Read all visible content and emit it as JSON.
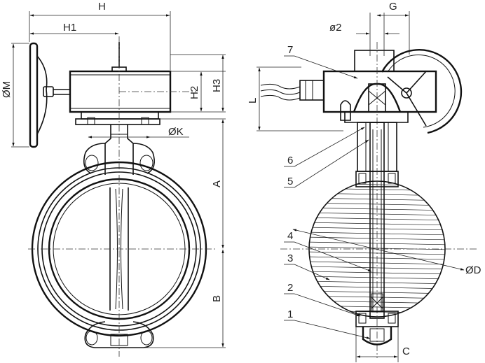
{
  "dimensions": {
    "H": "H",
    "H1": "H1",
    "H2": "H2",
    "H3": "H3",
    "M": "ØM",
    "K": "ØK",
    "A": "A",
    "B": "B",
    "G": "G",
    "d2": "ø2",
    "L": "L",
    "D": "ØD",
    "C": "C"
  },
  "parts": [
    "1",
    "2",
    "3",
    "4",
    "5",
    "6",
    "7"
  ]
}
